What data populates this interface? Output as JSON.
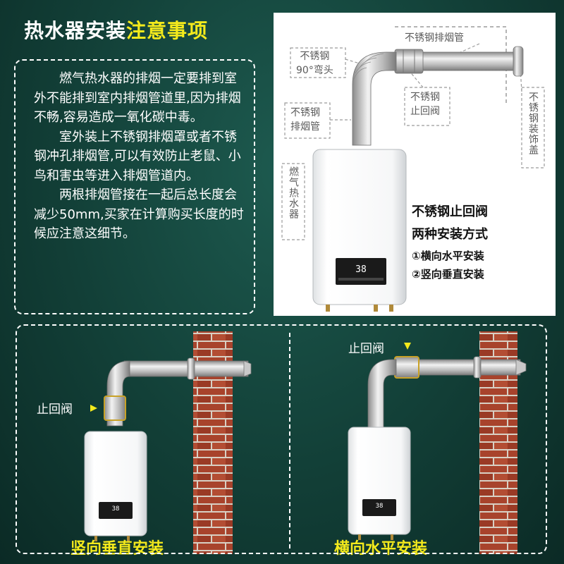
{
  "title": {
    "normal": "热水器安装",
    "highlight": "注意事项"
  },
  "notes": [
    "燃气热水器的排烟一定要排到室外不能排到室内排烟管道里,因为排烟不畅,容易造成一氧化碳中毒。",
    "室外装上不锈钢排烟罩或者不锈钢冲孔排烟管,可以有效防止老鼠、小鸟和害虫等进入排烟管道内。",
    "两根排烟管接在一起后总长度会减少50mm,买家在计算购买长度的时候应注意这细节。"
  ],
  "callouts": {
    "pipe": "不锈钢排烟管",
    "elbow_line1": "不锈钢",
    "elbow_line2": "90°弯头",
    "exhaust_line1": "不锈钢",
    "exhaust_line2": "排烟管",
    "check_valve_line1": "不锈钢",
    "check_valve_line2": "止回阀",
    "cover": "不锈钢装饰盖",
    "heater": "燃气热水器"
  },
  "install_info": {
    "heading1": "不锈钢止回阀",
    "heading2": "两种安装方式",
    "method1": "①横向水平安装",
    "method2": "②竖向垂直安装"
  },
  "heater_display": {
    "temp": "38"
  },
  "left_scene": {
    "valve_label": "止回阀",
    "caption": "竖向垂直安装"
  },
  "right_scene": {
    "valve_label": "止回阀",
    "caption": "横向水平安装"
  },
  "colors": {
    "accent_yellow": "#f4ea1c",
    "background": "#123f37",
    "brick": "#a8432c"
  }
}
